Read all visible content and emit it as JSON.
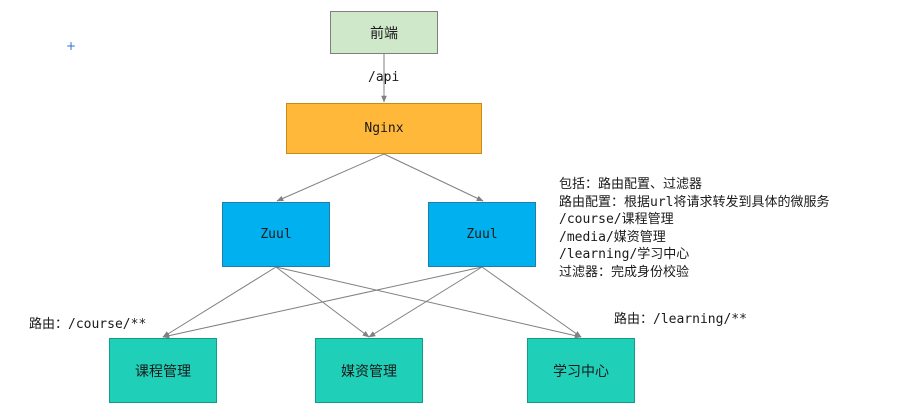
{
  "nodes": {
    "frontend": "前端",
    "nginx": "Nginx",
    "zuul_left": "Zuul",
    "zuul_right": "Zuul",
    "course_service": "课程管理",
    "media_service": "媒资管理",
    "learning_service": "学习中心"
  },
  "edge_labels": {
    "api": "/api",
    "route_course": "路由：/course/**",
    "route_learning": "路由：/learning/**"
  },
  "notes": [
    "包括：路由配置、过滤器",
    "路由配置：根据url将请求转发到具体的微服务",
    "/course/课程管理",
    "/media/媒资管理",
    "/learning/学习中心",
    "过滤器：完成身份校验"
  ],
  "marker": "+",
  "colors": {
    "frontend": "#cfe8c9",
    "nginx": "#ffb83a",
    "zuul": "#00b0ef",
    "service": "#1fcfb7",
    "edge": "#808080"
  }
}
